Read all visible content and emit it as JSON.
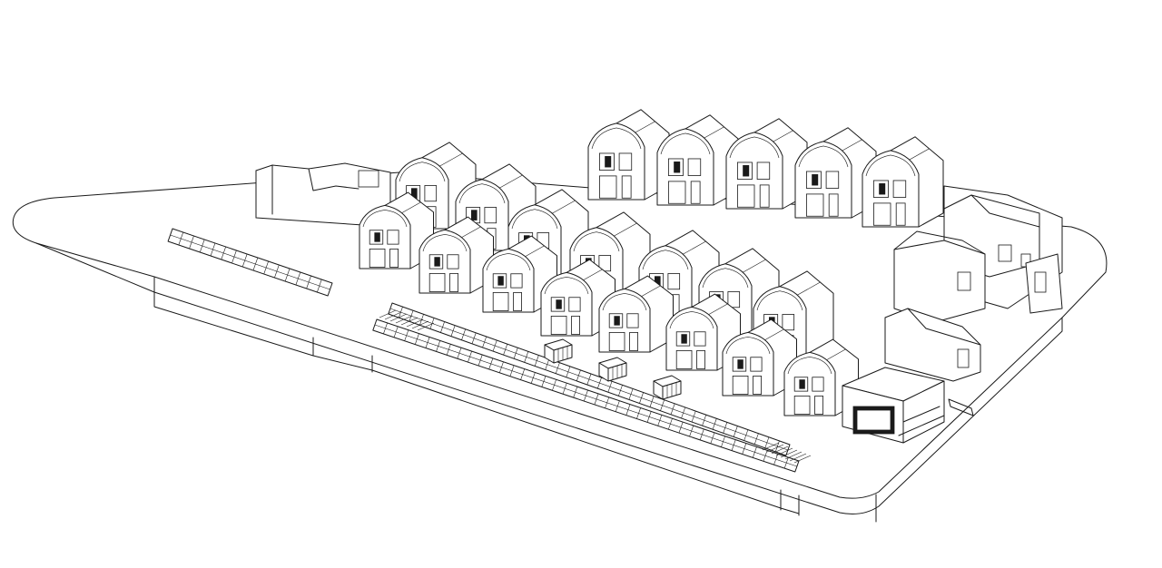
{
  "drawing": {
    "kind": "axonometric line drawing",
    "line_color": "#1a1a1a",
    "background": "#ffffff"
  },
  "back_row_houses": 5,
  "middle_row_houses": 7,
  "front_row_houses": 8,
  "fences": 3,
  "planter_boxes": 3
}
